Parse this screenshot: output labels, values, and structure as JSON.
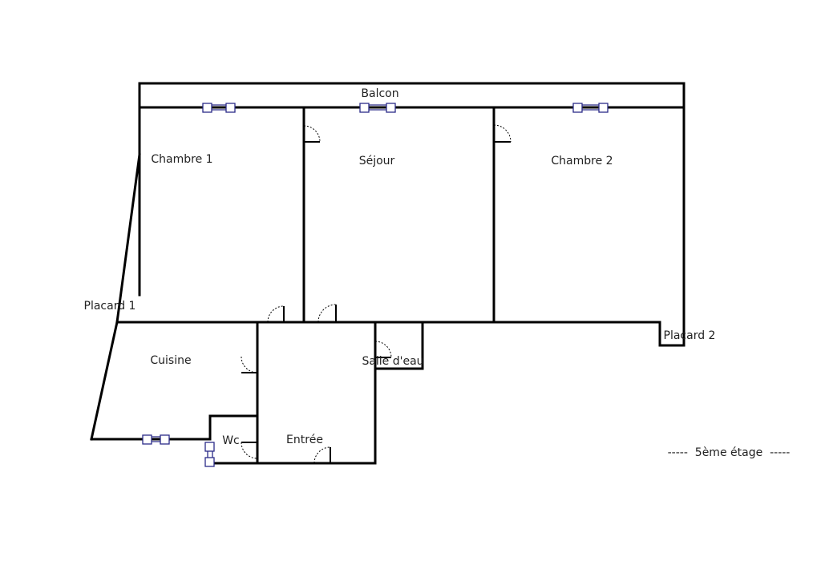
{
  "labels": {
    "balcon": "Balcon",
    "chambre1": "Chambre 1",
    "sejour": "Séjour",
    "chambre2": "Chambre 2",
    "placard1": "Placard 1",
    "placard2": "Placard 2",
    "cuisine": "Cuisine",
    "salle_eau": "Salle d'eau",
    "wc": "Wc",
    "entree": "Entrée",
    "etage": "-----  5ème étage  -----"
  },
  "colors": {
    "walls": "#000000",
    "windows": "#2b2b88",
    "text": "#222222"
  }
}
